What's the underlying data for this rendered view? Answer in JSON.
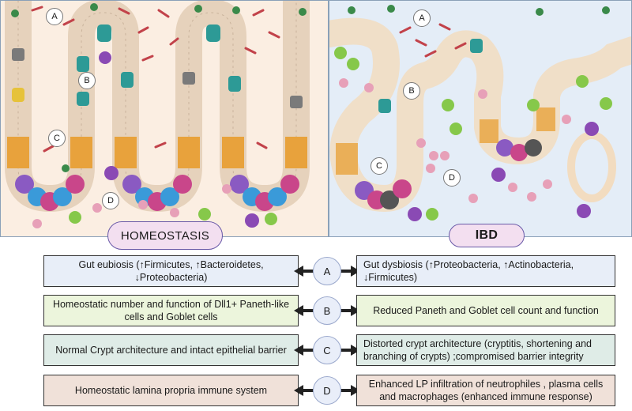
{
  "panels": {
    "left_label": "HOMEOSTASIS",
    "right_label": "IBD"
  },
  "markers": [
    "A",
    "B",
    "C",
    "D"
  ],
  "rows": [
    {
      "id": "A",
      "left": "Gut eubiosis (↑Firmicutes, ↑Bacteroidetes, ↓Proteobacteria)",
      "right": "Gut dysbiosis (↑Proteobacteria, ↑Actinobacteria, ↓Firmicutes)"
    },
    {
      "id": "B",
      "left": "Homeostatic number and function of Dll1+ Paneth-like cells and Goblet cells",
      "right": "Reduced Paneth and Goblet cell count and function"
    },
    {
      "id": "C",
      "left": "Normal Crypt architecture and intact epithelial barrier",
      "right": "Distorted crypt architecture (cryptitis, shortening and branching of crypts) ;compromised barrier integrity"
    },
    {
      "id": "D",
      "left": "Homeostatic lamina propria immune system",
      "right": "Enhanced LP infiltration of neutrophiles , plasma cells and macrophages (enhanced immune response)"
    }
  ],
  "colors": {
    "row_a": "#e8eef8",
    "row_b": "#ecf5dc",
    "row_c": "#dfece7",
    "row_d": "#f0e1d9",
    "epithelium": "#ead9c6",
    "stem_cell": "#3a9ad9",
    "paneth": "#c9468a",
    "goblet": "#2d9a96",
    "crypt_base": "#e8a23c",
    "bacteria": "#c2424a",
    "neutrophil": "#86c84a",
    "macrophage": "#8a4ab4",
    "plasma_cell": "#e7a0b8"
  }
}
